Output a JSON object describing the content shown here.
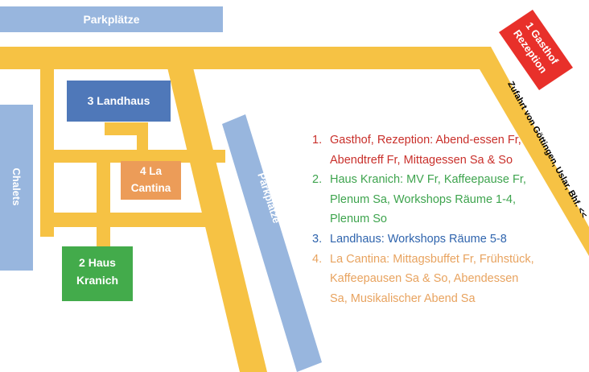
{
  "colors": {
    "road": "#f6c244",
    "parking": "#98b6de",
    "building_1": "#e8302a",
    "building_2": "#43ab4b",
    "building_3": "#4f78b9",
    "building_4": "#ec9c58",
    "legend_1": "#c9302b",
    "legend_2": "#3ea44e",
    "legend_3": "#2f64ad",
    "legend_4": "#e8a35f"
  },
  "map": {
    "parking_top": "Parkplätze",
    "parking_right": "Parkplätze",
    "chalets": "Chalets",
    "access_road": "Zufahrt von Göttingen, Uslar, Bhf. <<",
    "buildings": {
      "gasthof": {
        "line1": "1 Gasthof",
        "line2": "Rezeption"
      },
      "kranich": {
        "line1": "2 Haus",
        "line2": "Kranich"
      },
      "landhaus": {
        "line1": "3 Landhaus"
      },
      "cantina": {
        "line1": "4 La",
        "line2": "Cantina"
      }
    }
  },
  "legend": [
    {
      "number": "1.",
      "text": "Gasthof, Rezeption: Abend-essen Fr, Abendtreff Fr, Mittagessen Sa & So"
    },
    {
      "number": "2.",
      "text": "Haus Kranich: MV Fr, Kaffeepause Fr, Plenum Sa, Workshops Räume 1-4, Plenum So"
    },
    {
      "number": "3.",
      "text": "Landhaus: Workshops Räume 5-8"
    },
    {
      "number": "4.",
      "text": "La Cantina: Mittagsbuffet Fr, Frühstück, Kaffeepausen Sa & So, Abendessen Sa, Musikalischer Abend Sa"
    }
  ]
}
